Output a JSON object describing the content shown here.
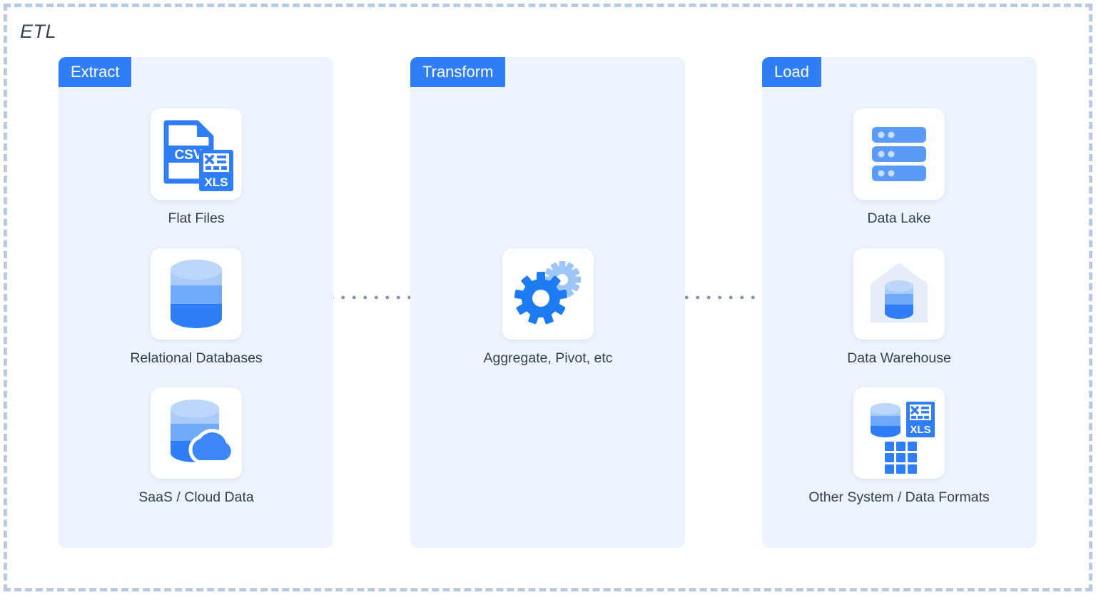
{
  "diagram": {
    "title": "ETL",
    "accent_color": "#2f7ef6",
    "panel_bg": "#eef4fd",
    "frame_border_color": "#b9cae1",
    "connector_color": "#7d92b6",
    "label_color": "#333f52"
  },
  "stages": [
    {
      "id": "extract",
      "header": "Extract",
      "nodes": [
        {
          "id": "flat-files",
          "label": "Flat Files",
          "icon": "csv-xls-files-icon"
        },
        {
          "id": "relational-db",
          "label": "Relational Databases",
          "icon": "database-cylinder-icon"
        },
        {
          "id": "saas-cloud",
          "label": "SaaS / Cloud Data",
          "icon": "cloud-database-icon"
        }
      ]
    },
    {
      "id": "transform",
      "header": "Transform",
      "nodes": [
        {
          "id": "aggregate",
          "label": "Aggregate, Pivot, etc",
          "icon": "gears-icon"
        }
      ]
    },
    {
      "id": "load",
      "header": "Load",
      "nodes": [
        {
          "id": "data-lake",
          "label": "Data Lake",
          "icon": "server-stack-icon"
        },
        {
          "id": "data-warehouse",
          "label": "Data Warehouse",
          "icon": "warehouse-database-icon"
        },
        {
          "id": "other-formats",
          "label": "Other System / Data Formats",
          "icon": "database-xls-grid-icon"
        }
      ]
    }
  ],
  "connectors": [
    {
      "id": "flat-files-to-bus",
      "from": "flat-files",
      "to": "transform-bus",
      "style": "dotted"
    },
    {
      "id": "saas-cloud-to-bus",
      "from": "saas-cloud",
      "to": "transform-bus",
      "style": "dotted"
    },
    {
      "id": "extract-to-transform",
      "from": "extract-bus",
      "to": "aggregate",
      "style": "dotted",
      "arrow": true
    },
    {
      "id": "transform-to-load",
      "from": "aggregate",
      "to": "data-warehouse",
      "style": "dotted",
      "arrow": true
    }
  ]
}
